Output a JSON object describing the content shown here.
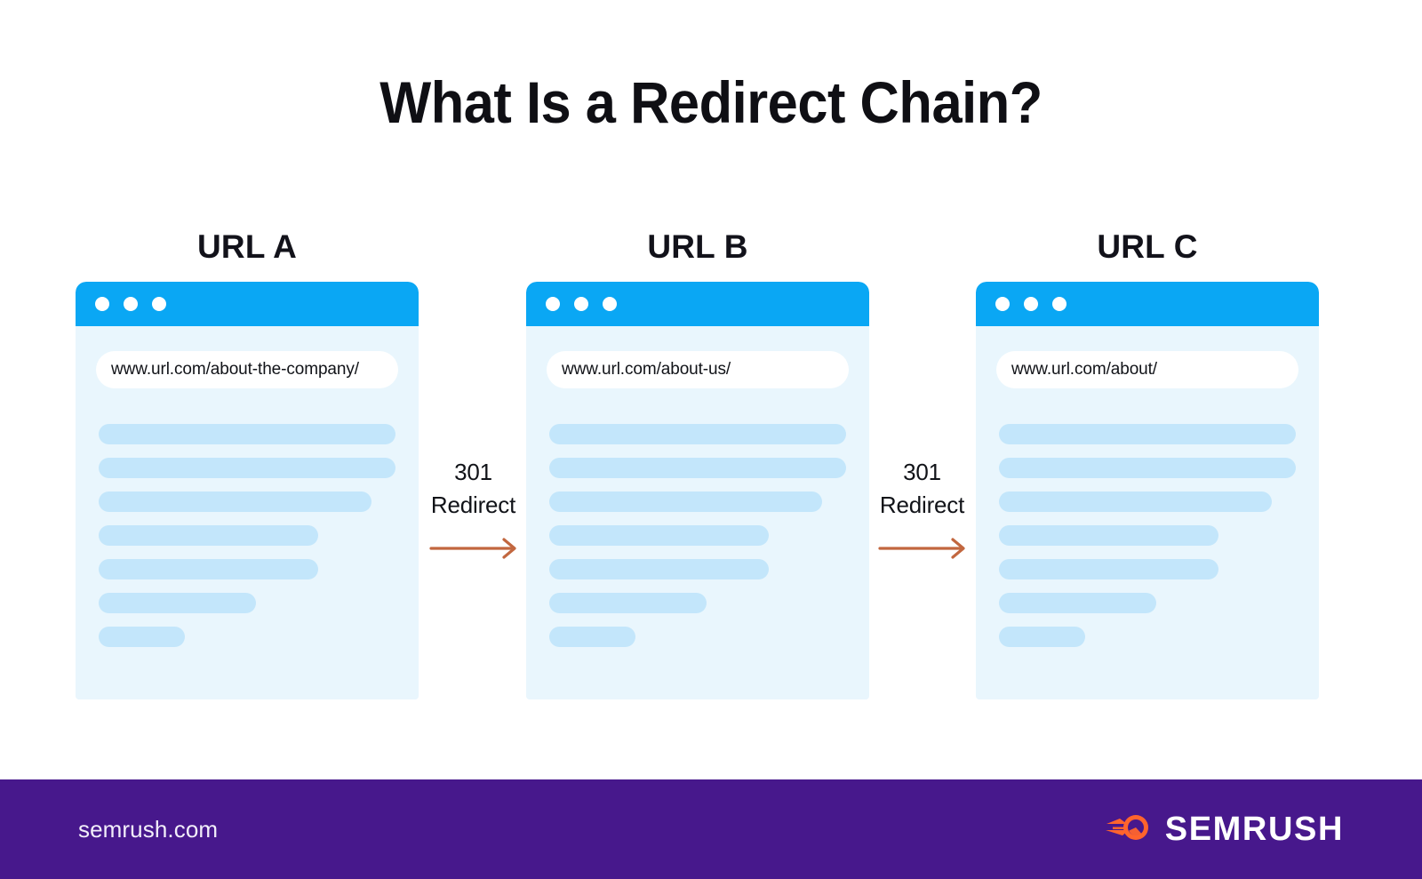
{
  "page": {
    "title": "What Is a Redirect Chain?",
    "background_color": "#ffffff"
  },
  "colors": {
    "browser_bar": "#0aa7f4",
    "browser_body": "#e9f6fd",
    "placeholder_bar": "#c3e6fb",
    "arrow": "#c2673f",
    "footer_purple": "#47188c",
    "brand_orange": "#ff642d",
    "text_dark": "#111318"
  },
  "cards": [
    {
      "label": "URL A",
      "url": "www.url.com/about-the-company/",
      "dots": [
        "dot-1",
        "dot-2",
        "dot-3"
      ],
      "line_widths": [
        "100%",
        "100%",
        "92%",
        "74%",
        "74%",
        "53%",
        "29%"
      ]
    },
    {
      "label": "URL B",
      "url": "www.url.com/about-us/",
      "dots": [
        "dot-1",
        "dot-2",
        "dot-3"
      ],
      "line_widths": [
        "100%",
        "100%",
        "92%",
        "74%",
        "74%",
        "53%",
        "29%"
      ]
    },
    {
      "label": "URL C",
      "url": "www.url.com/about/",
      "dots": [
        "dot-1",
        "dot-2",
        "dot-3"
      ],
      "line_widths": [
        "100%",
        "100%",
        "92%",
        "74%",
        "74%",
        "53%",
        "29%"
      ]
    }
  ],
  "connectors": [
    {
      "code": "301",
      "action": "Redirect",
      "icon": "arrow-right-icon"
    },
    {
      "code": "301",
      "action": "Redirect",
      "icon": "arrow-right-icon"
    }
  ],
  "footer": {
    "site": "semrush.com",
    "brand_name": "SEMRUSH",
    "brand_icon": "semrush-comet-logo-icon"
  }
}
